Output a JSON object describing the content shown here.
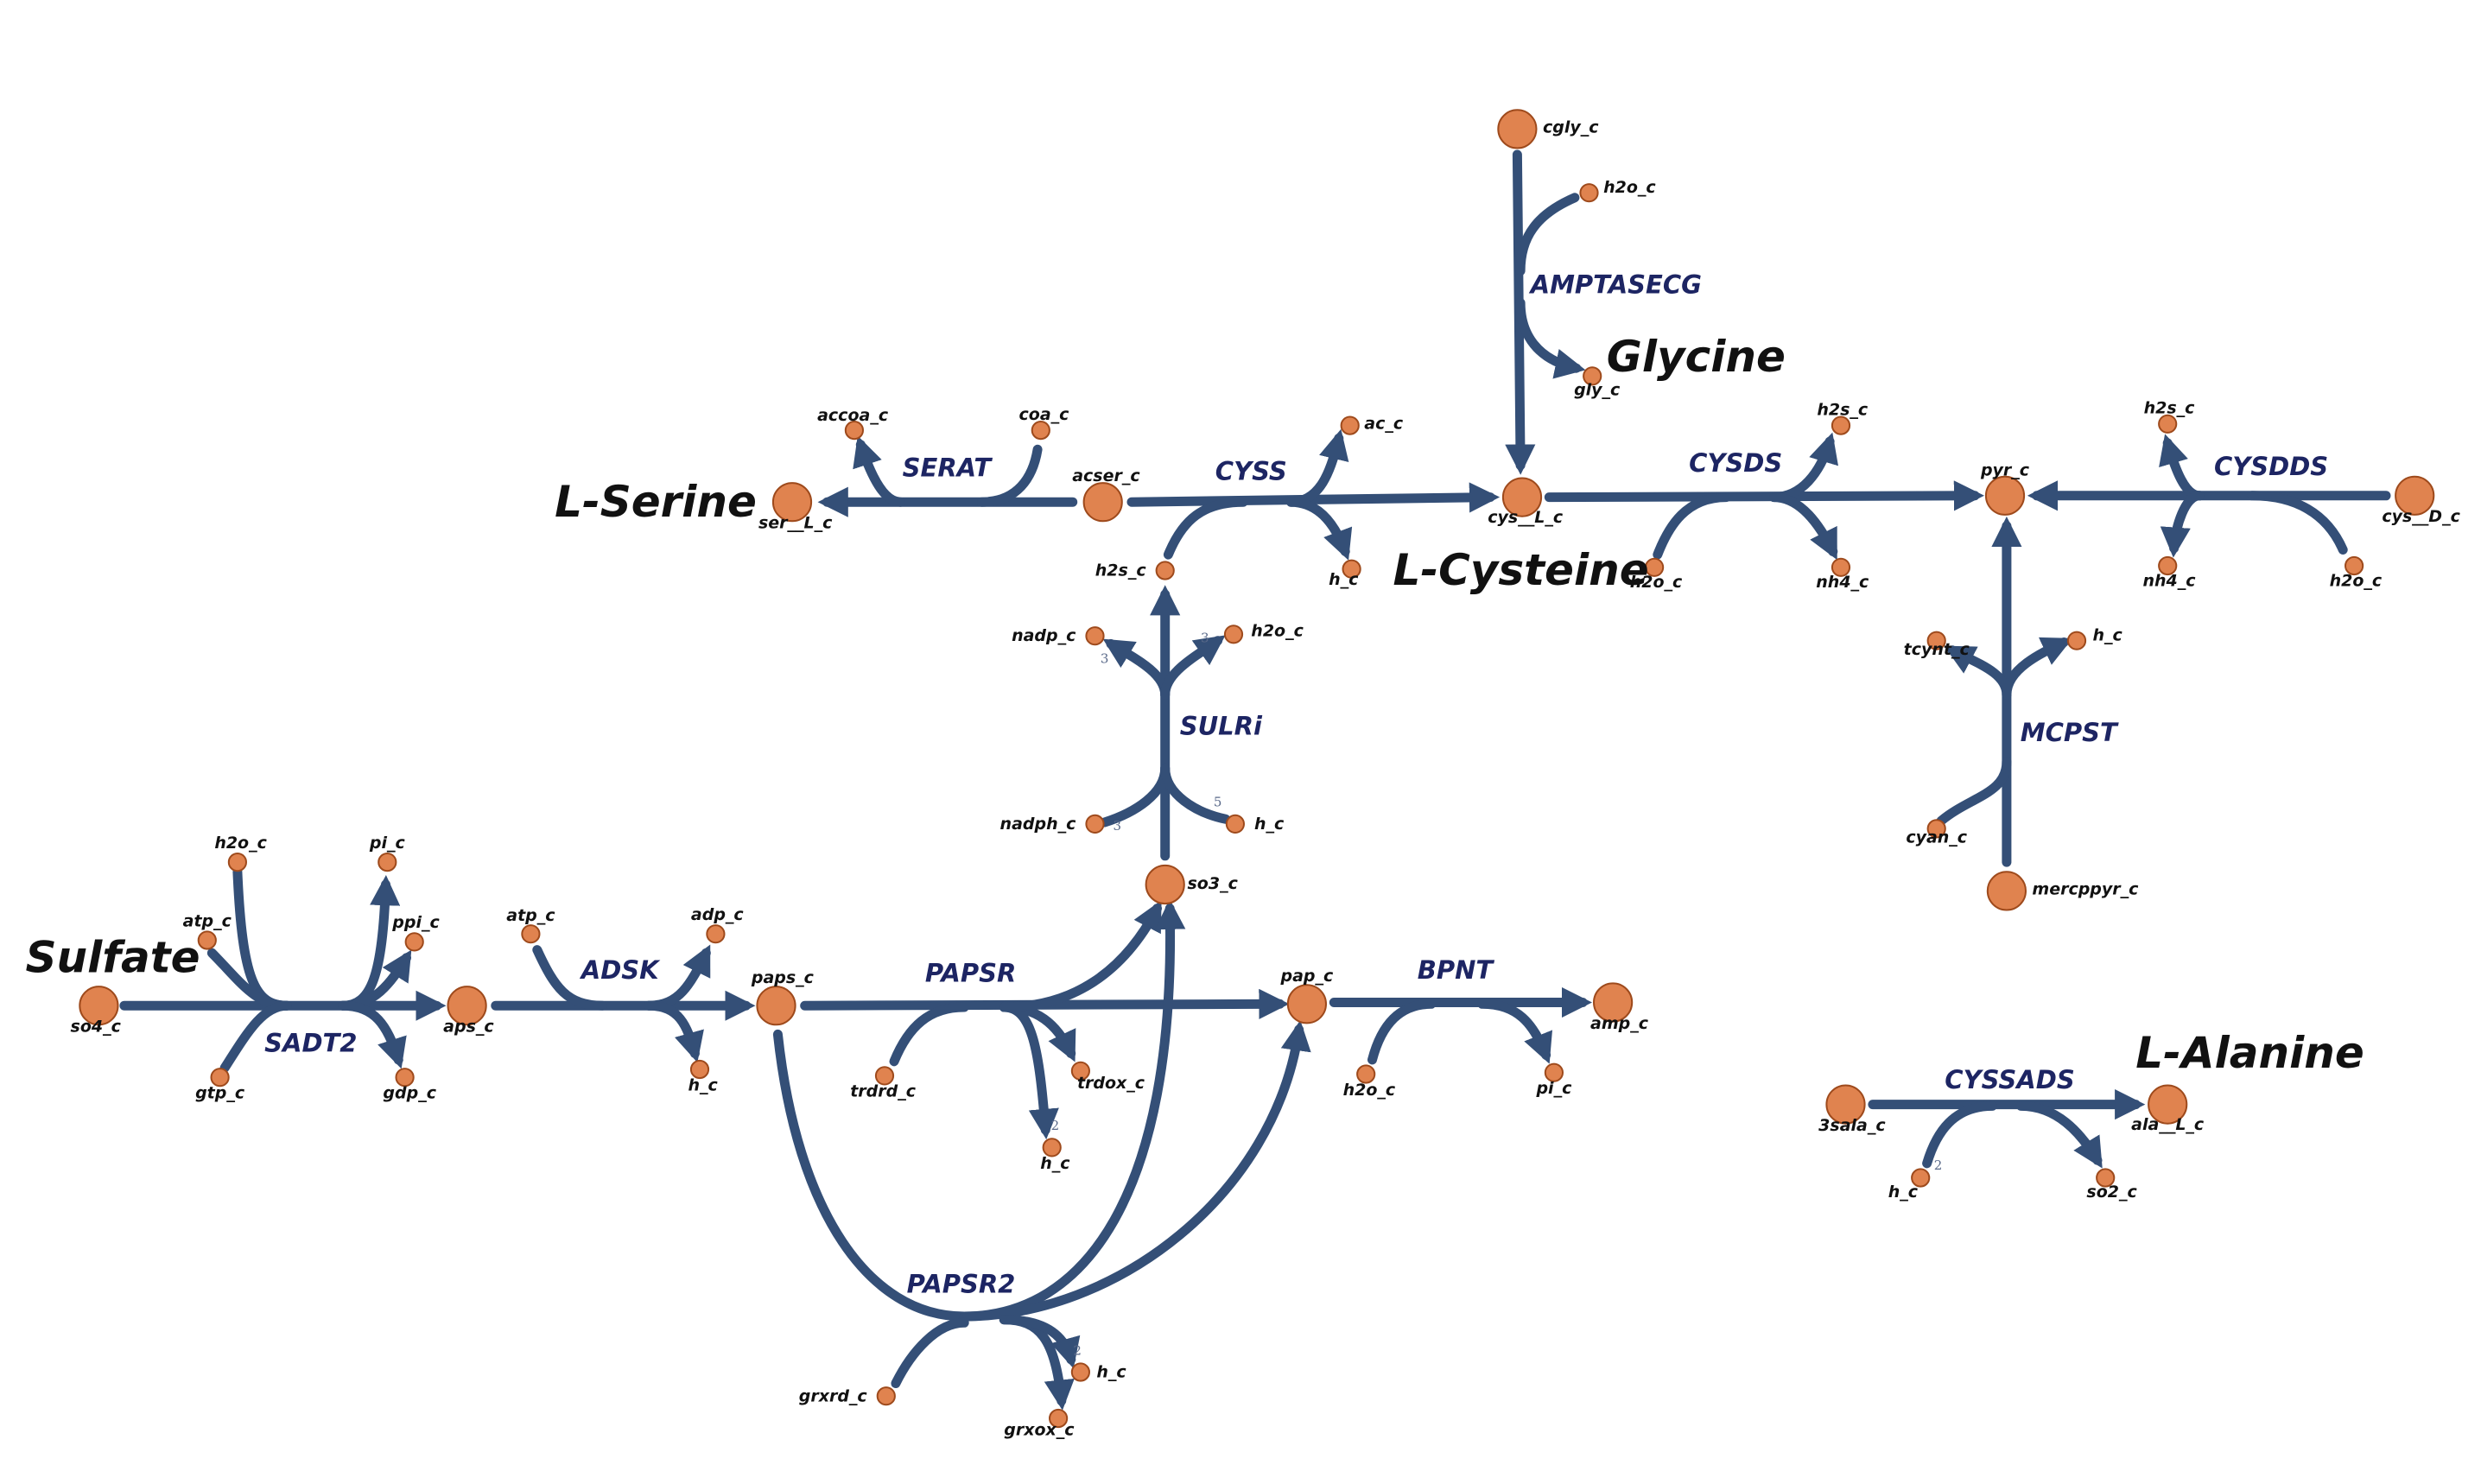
{
  "colors": {
    "edge": "#344f77",
    "node_fill": "#e0834f",
    "node_stroke": "#9e4a1c",
    "reaction_text": "#1d2563",
    "metabolite_text": "#111111",
    "stoich_text": "#5a6a8a"
  },
  "text_labels": [
    {
      "id": "sulfate",
      "text": "Sulfate"
    },
    {
      "id": "l-serine",
      "text": "L-Serine"
    },
    {
      "id": "glycine",
      "text": "Glycine"
    },
    {
      "id": "l-cysteine",
      "text": "L-Cysteine"
    },
    {
      "id": "l-alanine",
      "text": "L-Alanine"
    }
  ],
  "reactions": [
    {
      "id": "SADT2",
      "label": "SADT2"
    },
    {
      "id": "ADSK",
      "label": "ADSK"
    },
    {
      "id": "PAPSR",
      "label": "PAPSR"
    },
    {
      "id": "BPNT",
      "label": "BPNT"
    },
    {
      "id": "PAPSR2",
      "label": "PAPSR2"
    },
    {
      "id": "SULRi",
      "label": "SULRi"
    },
    {
      "id": "CYSS",
      "label": "CYSS"
    },
    {
      "id": "SERAT",
      "label": "SERAT"
    },
    {
      "id": "AMPTASECG",
      "label": "AMPTASECG"
    },
    {
      "id": "CYSDS",
      "label": "CYSDS"
    },
    {
      "id": "CYSDDS",
      "label": "CYSDDS"
    },
    {
      "id": "MCPST",
      "label": "MCPST"
    },
    {
      "id": "CYSSADS",
      "label": "CYSSADS"
    }
  ],
  "metabolites": [
    {
      "id": "so4_c",
      "label": "so4_c",
      "primary": true
    },
    {
      "id": "aps_c",
      "label": "aps_c",
      "primary": true
    },
    {
      "id": "paps_c",
      "label": "paps_c",
      "primary": true
    },
    {
      "id": "pap_c",
      "label": "pap_c",
      "primary": true
    },
    {
      "id": "amp_c",
      "label": "amp_c",
      "primary": true
    },
    {
      "id": "so3_c",
      "label": "so3_c",
      "primary": true
    },
    {
      "id": "h2s_c_cyss",
      "label": "h2s_c",
      "primary": false
    },
    {
      "id": "acser_c",
      "label": "acser_c",
      "primary": true
    },
    {
      "id": "ser_L_c",
      "label": "ser__L_c",
      "primary": true
    },
    {
      "id": "cys_L_c",
      "label": "cys__L_c",
      "primary": true
    },
    {
      "id": "cgly_c",
      "label": "cgly_c",
      "primary": true
    },
    {
      "id": "gly_c",
      "label": "gly_c",
      "primary": false
    },
    {
      "id": "pyr_c",
      "label": "pyr_c",
      "primary": true
    },
    {
      "id": "cys_D_c",
      "label": "cys__D_c",
      "primary": true
    },
    {
      "id": "mercppyr_c",
      "label": "mercppyr_c",
      "primary": true
    },
    {
      "id": "3sala_c",
      "label": "3sala_c",
      "primary": true
    },
    {
      "id": "ala_L_c",
      "label": "ala__L_c",
      "primary": true
    },
    {
      "id": "sadt_h2o_c",
      "label": "h2o_c",
      "primary": false
    },
    {
      "id": "sadt_atp_c",
      "label": "atp_c",
      "primary": false
    },
    {
      "id": "sadt_gtp_c",
      "label": "gtp_c",
      "primary": false
    },
    {
      "id": "sadt_pi_c",
      "label": "pi_c",
      "primary": false
    },
    {
      "id": "sadt_ppi_c",
      "label": "ppi_c",
      "primary": false
    },
    {
      "id": "sadt_gdp_c",
      "label": "gdp_c",
      "primary": false
    },
    {
      "id": "adsk_atp_c",
      "label": "atp_c",
      "primary": false
    },
    {
      "id": "adsk_adp_c",
      "label": "adp_c",
      "primary": false
    },
    {
      "id": "adsk_h_c",
      "label": "h_c",
      "primary": false
    },
    {
      "id": "papsr_trdrd_c",
      "label": "trdrd_c",
      "primary": false
    },
    {
      "id": "papsr_trdox_c",
      "label": "trdox_c",
      "primary": false
    },
    {
      "id": "papsr_h_c",
      "label": "h_c",
      "primary": false
    },
    {
      "id": "bpnt_h2o_c",
      "label": "h2o_c",
      "primary": false
    },
    {
      "id": "bpnt_pi_c",
      "label": "pi_c",
      "primary": false
    },
    {
      "id": "papsr2_grxrd_c",
      "label": "grxrd_c",
      "primary": false
    },
    {
      "id": "papsr2_grxox_c",
      "label": "grxox_c",
      "primary": false
    },
    {
      "id": "papsr2_h_c",
      "label": "h_c",
      "primary": false
    },
    {
      "id": "sulri_nadph_c",
      "label": "nadph_c",
      "primary": false
    },
    {
      "id": "sulri_h_c",
      "label": "h_c",
      "primary": false
    },
    {
      "id": "sulri_nadp_c",
      "label": "nadp_c",
      "primary": false
    },
    {
      "id": "sulri_h2o_c",
      "label": "h2o_c",
      "primary": false
    },
    {
      "id": "cyss_ac_c",
      "label": "ac_c",
      "primary": false
    },
    {
      "id": "cyss_h_c",
      "label": "h_c",
      "primary": false
    },
    {
      "id": "serat_accoa_c",
      "label": "accoa_c",
      "primary": false
    },
    {
      "id": "serat_coa_c",
      "label": "coa_c",
      "primary": false
    },
    {
      "id": "amptasecg_h2o_c",
      "label": "h2o_c",
      "primary": false
    },
    {
      "id": "cysds_h2o_c",
      "label": "h2o_c",
      "primary": false
    },
    {
      "id": "cysds_h2s_c",
      "label": "h2s_c",
      "primary": false
    },
    {
      "id": "cysds_nh4_c",
      "label": "nh4_c",
      "primary": false
    },
    {
      "id": "cysdds_h2s_c",
      "label": "h2s_c",
      "primary": false
    },
    {
      "id": "cysdds_nh4_c",
      "label": "nh4_c",
      "primary": false
    },
    {
      "id": "cysdds_h2o_c",
      "label": "h2o_c",
      "primary": false
    },
    {
      "id": "mcpst_tcynt_c",
      "label": "tcynt_c",
      "primary": false
    },
    {
      "id": "mcpst_h_c",
      "label": "h_c",
      "primary": false
    },
    {
      "id": "mcpst_cyan_c",
      "label": "cyan_c",
      "primary": false
    },
    {
      "id": "cyssads_h_c",
      "label": "h_c",
      "primary": false
    },
    {
      "id": "cyssads_so2_c",
      "label": "so2_c",
      "primary": false
    }
  ],
  "stoichiometry": [
    {
      "id": "papsr_h_c",
      "text": "2"
    },
    {
      "id": "papsr2_h_c",
      "text": "2"
    },
    {
      "id": "sulri_nadph_c",
      "text": "3"
    },
    {
      "id": "sulri_h_c",
      "text": "5"
    },
    {
      "id": "sulri_nadp_c",
      "text": "3"
    },
    {
      "id": "sulri_h2o_c",
      "text": "3"
    },
    {
      "id": "cyssads_h_c",
      "text": "2"
    }
  ]
}
